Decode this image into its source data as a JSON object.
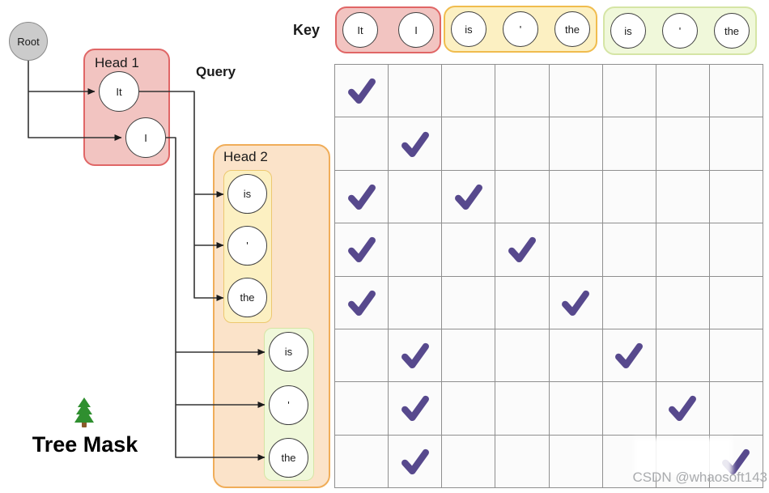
{
  "labels": {
    "root": "Root",
    "head1": "Head 1",
    "head2": "Head 2",
    "query": "Query",
    "key": "Key",
    "caption": "Tree Mask"
  },
  "tree": {
    "head1_nodes": [
      "It",
      "I"
    ],
    "head2_it_branch_nodes": [
      "is",
      "'",
      "the"
    ],
    "head2_i_branch_nodes": [
      "is",
      "'",
      "the"
    ]
  },
  "key_groups": [
    {
      "name": "head1-tokens",
      "tokens": [
        "It",
        "I"
      ]
    },
    {
      "name": "head2-it-branch-tokens",
      "tokens": [
        "is",
        "'",
        "the"
      ]
    },
    {
      "name": "head2-i-branch-tokens",
      "tokens": [
        "is",
        "'",
        "the"
      ]
    }
  ],
  "mask_grid": {
    "rows": 8,
    "cols": 8,
    "row_tokens": [
      "It",
      "I",
      "is",
      "'",
      "the",
      "is",
      "'",
      "the"
    ],
    "col_tokens": [
      "It",
      "I",
      "is",
      "'",
      "the",
      "is",
      "'",
      "the"
    ],
    "checks": [
      [
        1,
        1
      ],
      [
        2,
        2
      ],
      [
        3,
        1
      ],
      [
        3,
        3
      ],
      [
        4,
        1
      ],
      [
        4,
        4
      ],
      [
        5,
        1
      ],
      [
        5,
        5
      ],
      [
        6,
        2
      ],
      [
        6,
        6
      ],
      [
        7,
        2
      ],
      [
        7,
        7
      ],
      [
        8,
        2
      ],
      [
        8,
        8
      ]
    ]
  },
  "colors": {
    "check": "#57498d",
    "pink_fill": "#f2c4c1",
    "pink_border": "#e06666",
    "cream_fill": "#fcf0c2",
    "cream_border": "#f0bc4e",
    "peach_fill": "#fbe3c9",
    "peach_border": "#f0ad59",
    "green_fill": "#f0f8da",
    "green_border": "#d5e5a5",
    "grid_line": "#8f8f8f",
    "tree_icon_green": "#2f8f2f",
    "tree_icon_trunk": "#8a5a2b"
  },
  "watermark": "CSDN @whaosoft143"
}
